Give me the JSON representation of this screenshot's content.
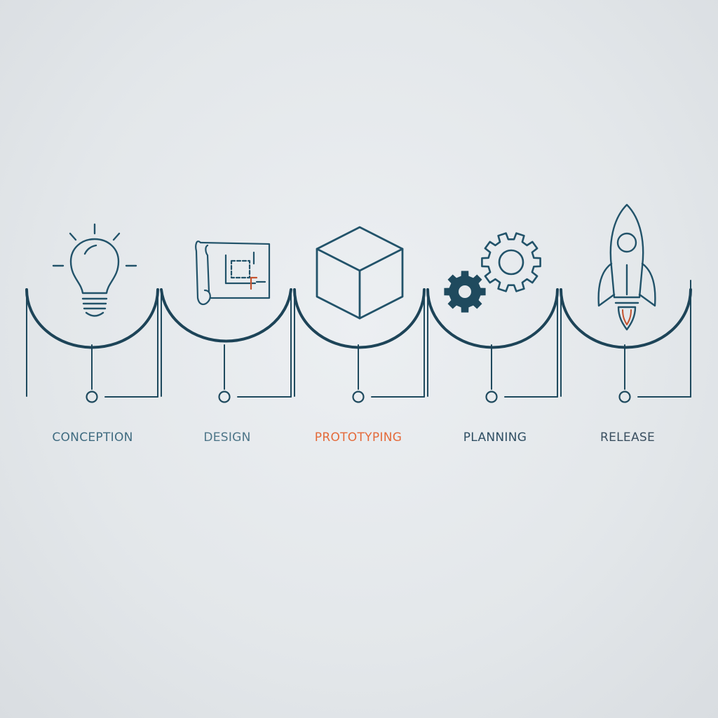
{
  "stages": [
    {
      "label": "CONCEPTION",
      "icon": "lightbulb-icon",
      "color": "#3f6b80"
    },
    {
      "label": "DESIGN",
      "icon": "blueprint-icon",
      "color": "#4d7588"
    },
    {
      "label": "PROTOTYPING",
      "icon": "cube-icon",
      "color": "#e46a3a"
    },
    {
      "label": "PLANNING",
      "icon": "gears-icon",
      "color": "#2f4e63"
    },
    {
      "label": "RELEASE",
      "icon": "rocket-icon",
      "color": "#3a4f60"
    }
  ],
  "colors": {
    "line": "#1f4a5e",
    "arc": "#1d4458",
    "icon": "#22536a",
    "accent": "#c4532f",
    "background": "#e6e9ec"
  }
}
